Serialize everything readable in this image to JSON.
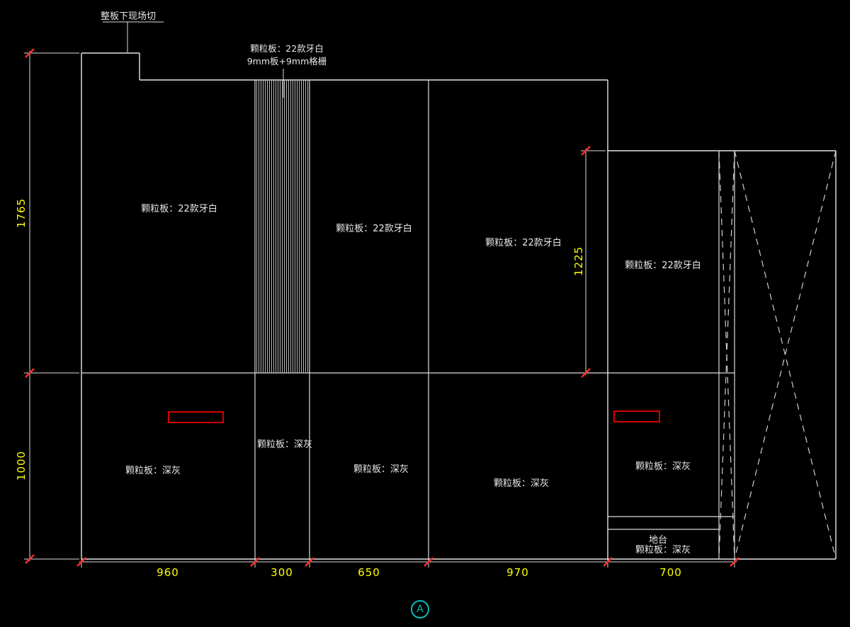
{
  "annotations": {
    "cut_note": "整板下现场切",
    "grille_note_line1": "颗粒板：22款牙白",
    "grille_note_line2": "9mm板+9mm格栅"
  },
  "panels": {
    "upper": [
      {
        "label": "颗粒板：22款牙白"
      },
      {
        "label": "颗粒板：22款牙白"
      },
      {
        "label": "颗粒板：22款牙白"
      },
      {
        "label": "颗粒板：22款牙白"
      }
    ],
    "lower": [
      {
        "label": "颗粒板：深灰"
      },
      {
        "label": "颗粒板：深灰"
      },
      {
        "label": "颗粒板：深灰"
      },
      {
        "label": "颗粒板：深灰"
      },
      {
        "label": "颗粒板：深灰"
      }
    ],
    "platform": {
      "name": "地台",
      "label": "颗粒板：深灰"
    }
  },
  "dimensions": {
    "left_upper": "1765",
    "left_lower": "1000",
    "right_inner": "1225",
    "bottom": [
      "960",
      "300",
      "650",
      "970",
      "700"
    ]
  },
  "section_marker": "A",
  "colors": {
    "background": "#000000",
    "line": "#e6e6e6",
    "dimension_text": "#ffff00",
    "tick": "#ff2d2d",
    "handle": "#d40000",
    "marker": "#00bcbc"
  }
}
